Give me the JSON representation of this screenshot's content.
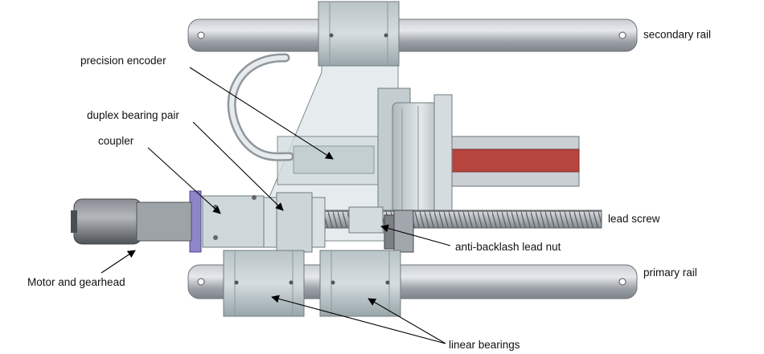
{
  "labels": {
    "secondary_rail": "secondary rail",
    "precision_encoder": "precision encoder",
    "duplex_bearing_pair": "duplex bearing pair",
    "coupler": "coupler",
    "lead_screw": "lead screw",
    "anti_backlash_lead_nut": "anti-backlash lead nut",
    "primary_rail": "primary rail",
    "motor_and_gearhead": "Motor and gearhead",
    "linear_bearings": "linear bearings"
  },
  "colors": {
    "rail": "#9a9ea4",
    "rail_highlight": "#cdd1d6",
    "housing": "#c9d3d6",
    "housing_edge": "#7d8a8e",
    "bearing_block": "#a9b5b8",
    "stage_slot": "#b7453f",
    "motor": "#6c7076",
    "flange": "#8f86c9",
    "arrow": "#000000"
  }
}
